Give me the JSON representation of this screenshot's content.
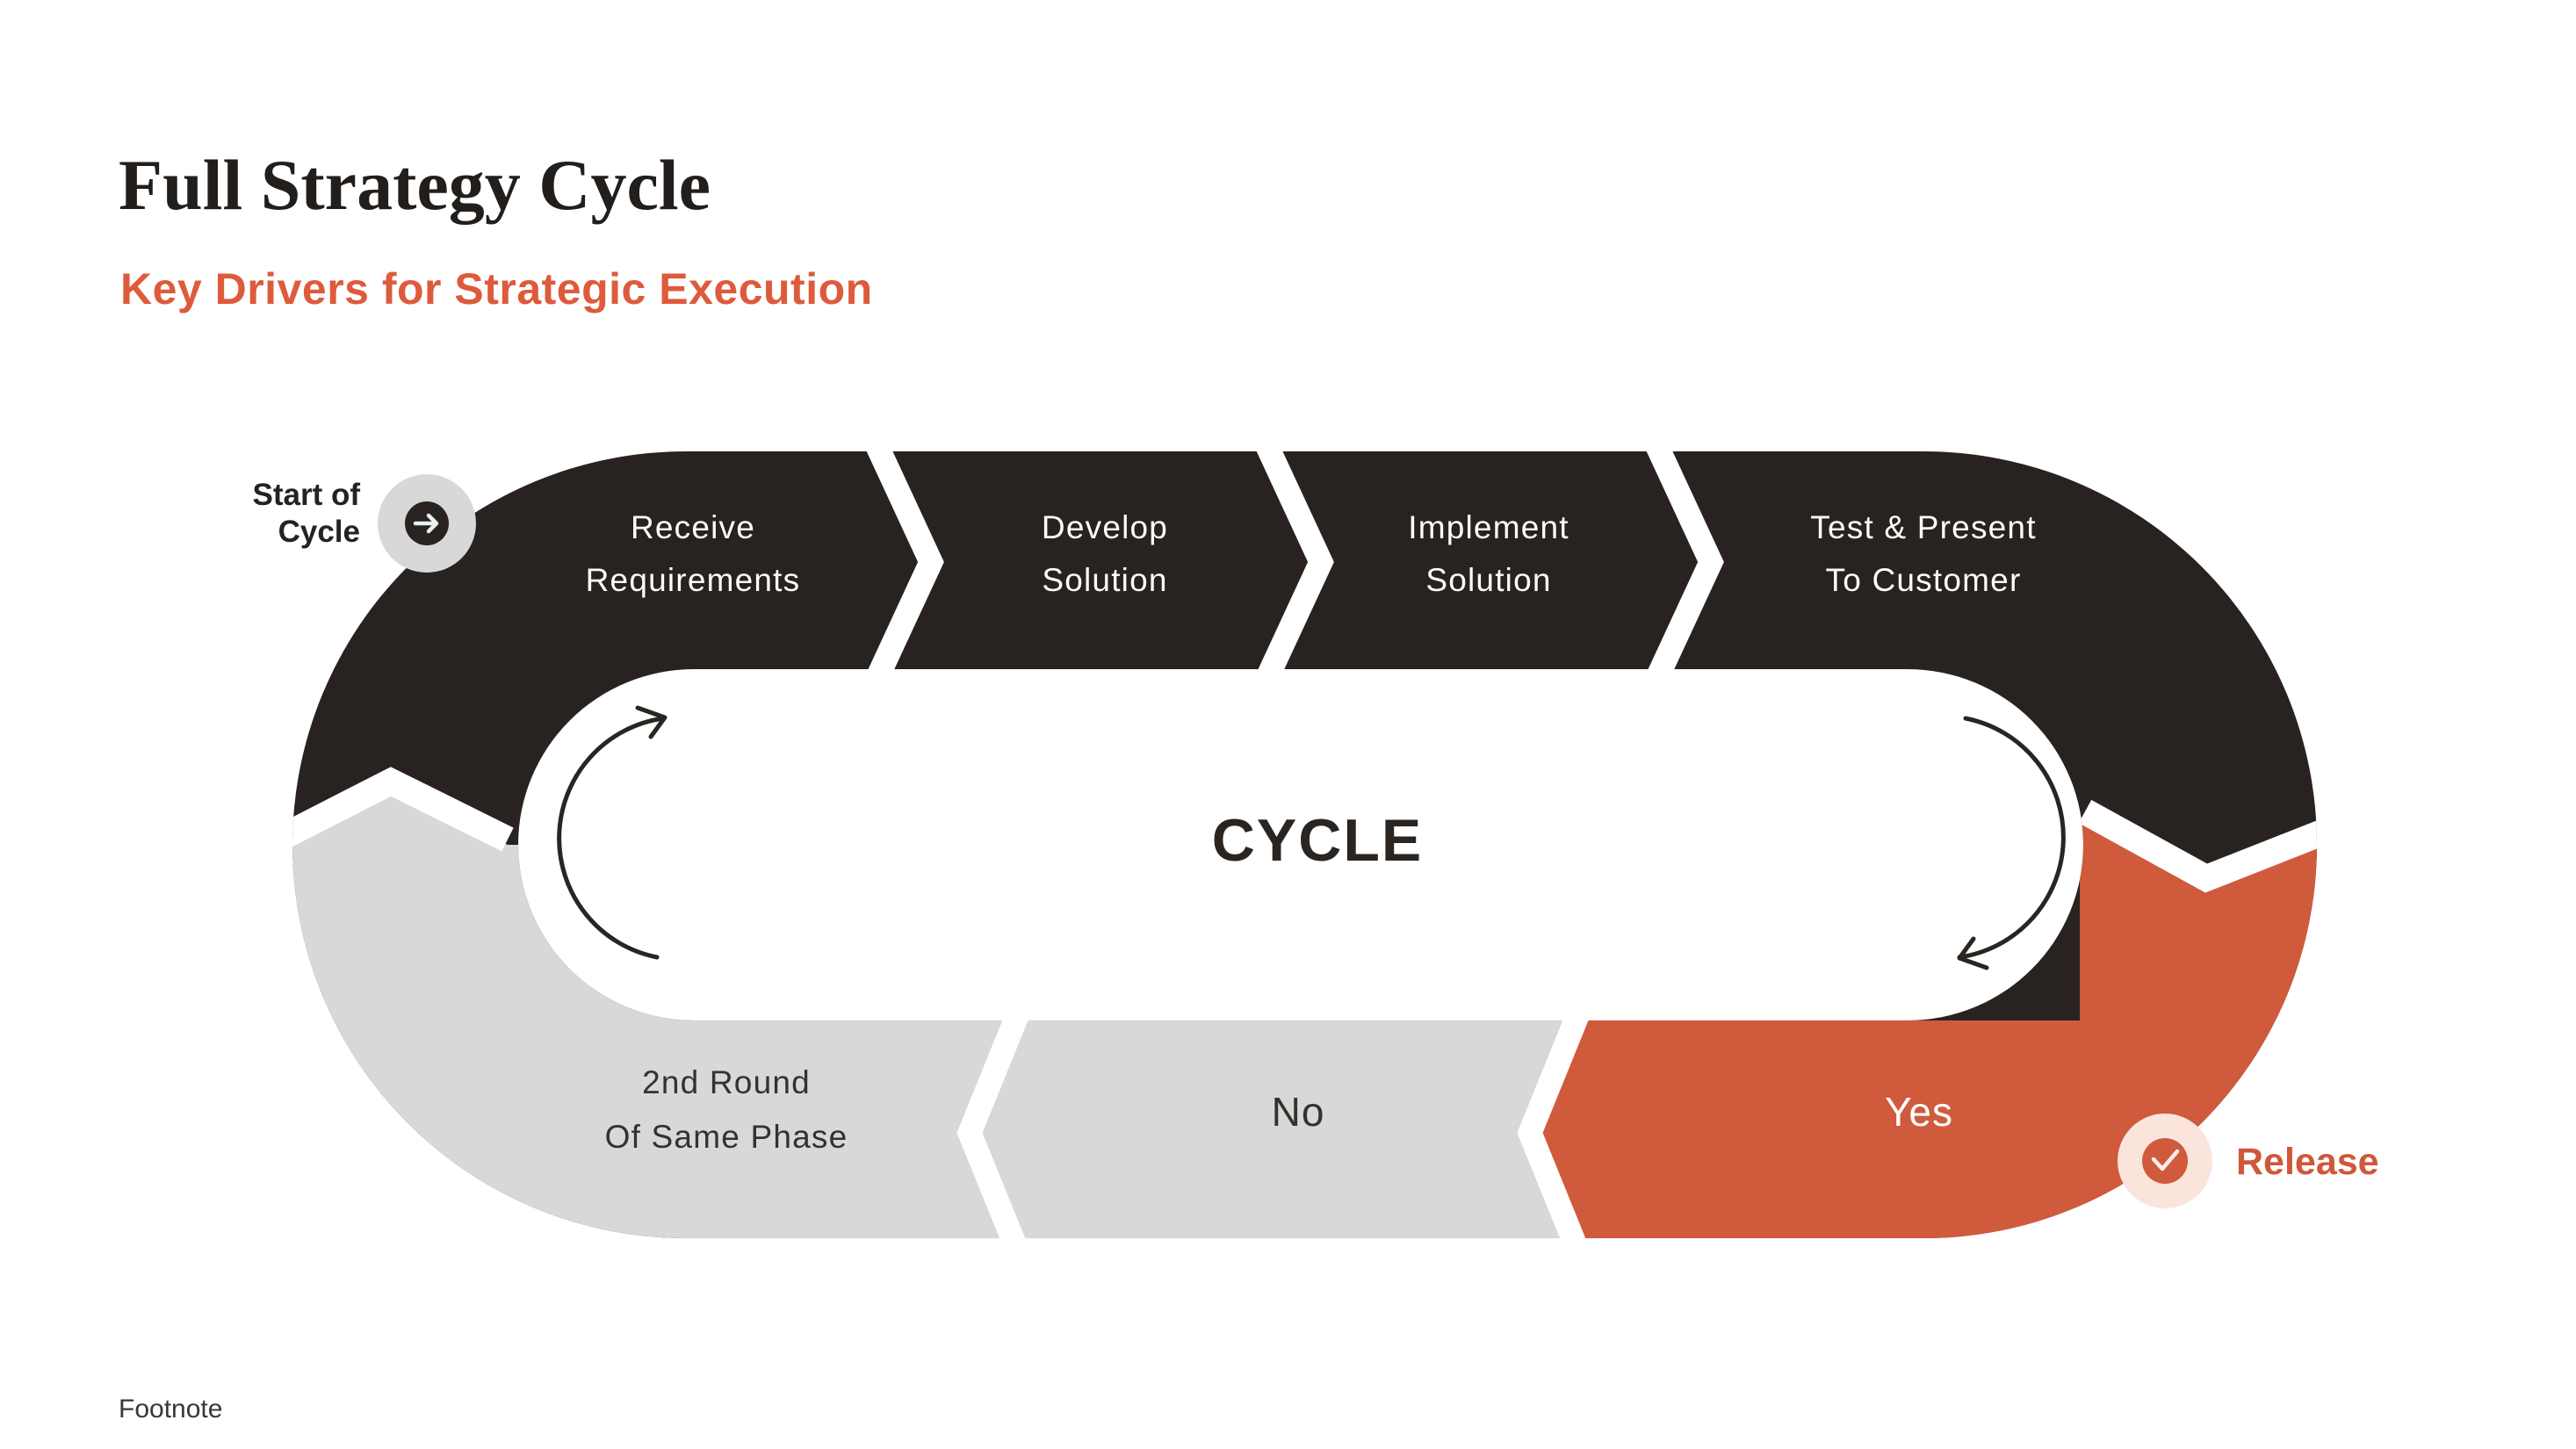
{
  "header": {
    "title": "Full Strategy Cycle",
    "subtitle": "Key Drivers for Strategic Execution"
  },
  "footnote": "Footnote",
  "diagram": {
    "center_label": "CYCLE",
    "start_label": {
      "line1": "Start of",
      "line2": "Cycle"
    },
    "release_label": "Release",
    "top_steps": [
      {
        "line1": "Receive",
        "line2": "Requirements"
      },
      {
        "line1": "Develop",
        "line2": "Solution"
      },
      {
        "line1": "Implement",
        "line2": "Solution"
      },
      {
        "line1": "Test & Present",
        "line2": "To Customer"
      }
    ],
    "bottom_steps": [
      {
        "line1": "2nd Round",
        "line2": "Of Same Phase"
      },
      {
        "line1": "No",
        "line2": ""
      },
      {
        "line1": "Yes",
        "line2": ""
      }
    ],
    "icons": {
      "start": "arrow-right-icon",
      "release": "check-icon"
    }
  },
  "colors": {
    "dark": "#282320",
    "gray": "#d8d8d8",
    "orange": "#d05a3c",
    "subtitle_orange": "#dd5b3c",
    "pale_pink": "#fbe4dc",
    "badge_arrow": "#e8f3f1",
    "text_dark": "#35312d",
    "title_dark": "#221e1b",
    "background": "#ffffff"
  }
}
